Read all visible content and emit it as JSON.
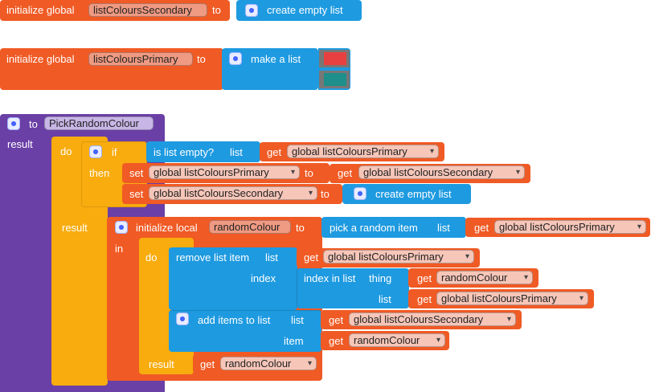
{
  "colors": {
    "orange": "#f05a24",
    "blue": "#1e9ae0",
    "purple": "#6a3fa6",
    "gold": "#f8ac0e",
    "swatch_red": "#e84040",
    "swatch_teal": "#1e8f8a"
  },
  "block1": {
    "init_label": "initialize global",
    "var_name": "listColoursSecondary",
    "to_label": "to",
    "create_empty_list": "create empty list"
  },
  "block2": {
    "init_label": "initialize global",
    "var_name": "listColoursPrimary",
    "to_label": "to",
    "make_a_list": "make a list"
  },
  "proc": {
    "to_label": "to",
    "name": "PickRandomColour",
    "result_label": "result",
    "do_label": "do",
    "if_label": "if",
    "is_list_empty": "is list empty?",
    "list_label": "list",
    "get_label": "get",
    "var_primary": "global listColoursPrimary",
    "then_label": "then",
    "set_label": "set",
    "to2": "to",
    "var_secondary": "global listColoursSecondary",
    "result2_label": "result",
    "init_local": "initialize local",
    "local_var": "randomColour",
    "pick_random": "pick a random item",
    "in_label": "in",
    "do2_label": "do",
    "remove_list_item": "remove list item",
    "index_label": "index",
    "index_in_list": "index in list",
    "thing_label": "thing",
    "var_random": "randomColour",
    "add_items": "add items to list",
    "item_label": "item",
    "result3_label": "result"
  }
}
